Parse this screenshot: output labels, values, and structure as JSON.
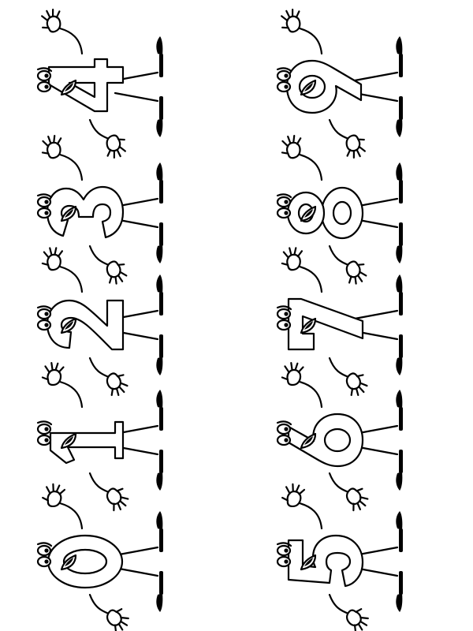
{
  "page": {
    "background": "#ffffff",
    "line_color": "#000000"
  },
  "columns": {
    "left": [
      "4",
      "3",
      "2",
      "1",
      "0"
    ],
    "right": [
      "9",
      "8",
      "7",
      "6",
      "5"
    ]
  }
}
